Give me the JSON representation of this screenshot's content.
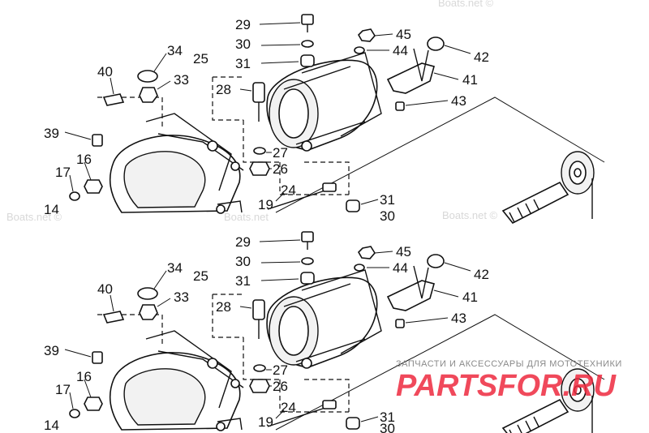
{
  "panels": [
    {
      "callouts": [
        "29",
        "30",
        "31",
        "45",
        "44",
        "42",
        "41",
        "43",
        "34",
        "33",
        "40",
        "25",
        "28",
        "27",
        "26",
        "39",
        "16",
        "17",
        "14",
        "24",
        "19",
        "31",
        "30"
      ]
    },
    {
      "callouts": [
        "29",
        "30",
        "31",
        "45",
        "44",
        "42",
        "41",
        "43",
        "34",
        "33",
        "40",
        "25",
        "28",
        "27",
        "26",
        "39",
        "16",
        "17",
        "14",
        "24",
        "19",
        "31",
        "30"
      ]
    }
  ],
  "watermark": "Boats.net ©",
  "watermark_short": "Boats.net",
  "banner": {
    "subtitle": "ЗАПЧАСТИ И АКСЕССУАРЫ ДЛЯ МОТОТЕХНИКИ",
    "brand": "PARTSFOR.RU",
    "brand_color": "#ee2a3f"
  }
}
